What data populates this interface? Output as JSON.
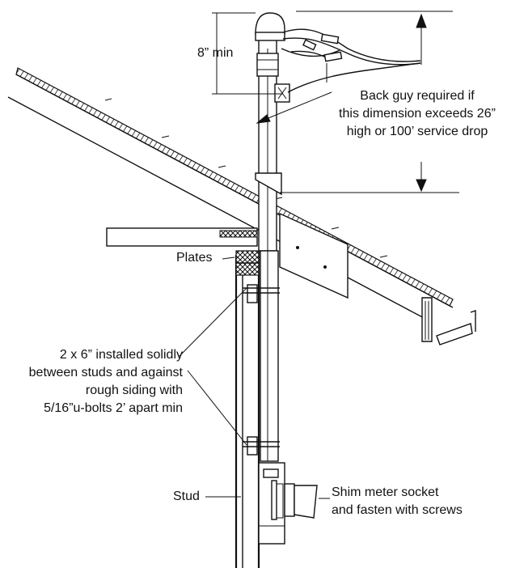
{
  "labels": {
    "min_height": "8” min",
    "back_guy": [
      "Back guy required if",
      "this dimension exceeds 26”",
      "high or 100’ service drop"
    ],
    "plates": "Plates",
    "two_by_six": [
      "2 x 6” installed solidly",
      "between studs and against",
      "rough siding with",
      "5/16”u-bolts 2’ apart min"
    ],
    "stud": "Stud",
    "shim": [
      "Shim meter socket",
      "and fasten with screws"
    ]
  }
}
